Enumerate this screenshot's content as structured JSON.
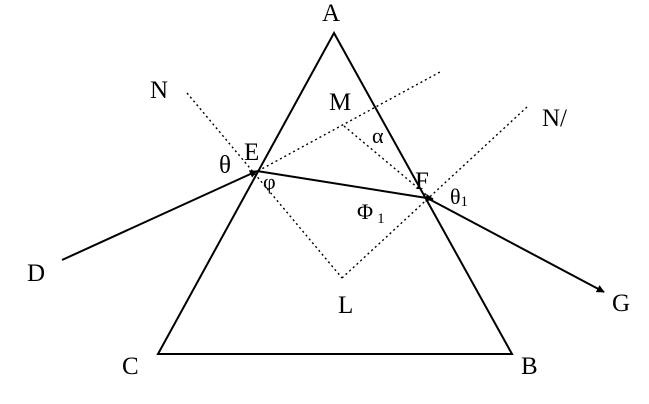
{
  "points": {
    "A": "A",
    "B": "B",
    "C": "C",
    "D": "D",
    "E": "E",
    "F": "F",
    "G": "G",
    "L": "L",
    "M": "M",
    "N": "N",
    "N_prime": "N/"
  },
  "angles": {
    "theta": "θ",
    "phi": "φ",
    "alpha": "α",
    "Phi1_main": "Φ",
    "Phi1_sub": "1",
    "theta1_main": "θ",
    "theta1_sub": "1"
  }
}
